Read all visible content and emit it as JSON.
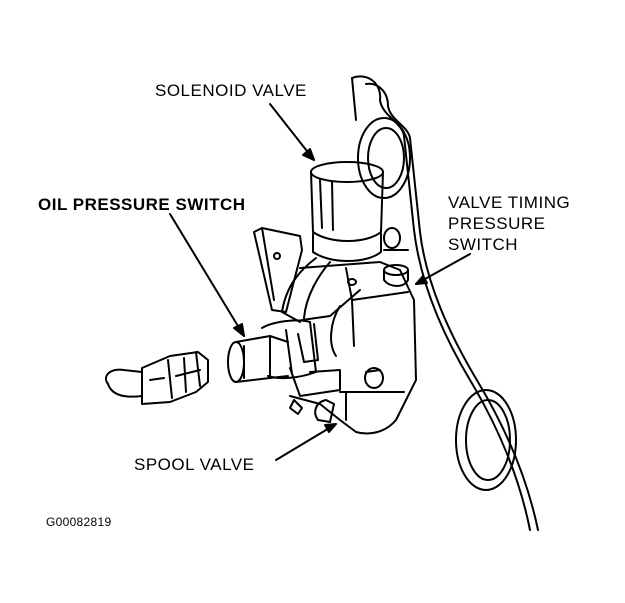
{
  "labels": {
    "solenoid_valve": "SOLENOID VALVE",
    "oil_pressure_switch": "OIL PRESSURE SWITCH",
    "valve_timing_pressure_switch": [
      "VALVE TIMING",
      "PRESSURE",
      "SWITCH"
    ],
    "spool_valve": "SPOOL VALVE"
  },
  "figure_code": "G00082819"
}
